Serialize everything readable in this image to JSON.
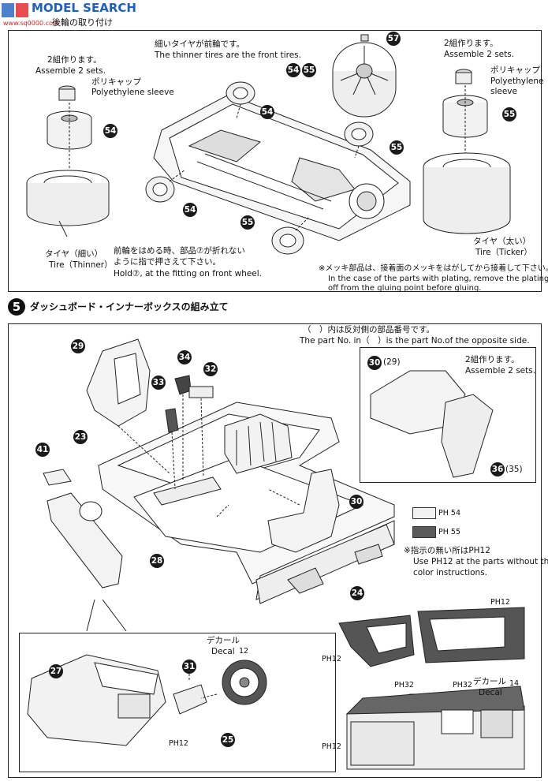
{
  "header": {
    "watermark": "MODEL SEARCH",
    "watermark_sub": "www.sq0000.com",
    "section4_title": "後輪の取り付け"
  },
  "section4": {
    "note_front_jp": "細いタイヤが前輪です。",
    "note_front_en": "The thinner tires are the front tires.",
    "left_assemble_jp": "2組作ります。",
    "left_assemble_en": "Assemble 2 sets.",
    "left_sleeve_jp": "ポリキャップ",
    "left_sleeve_en": "Polyethylene sleeve",
    "left_tire_jp": "タイヤ（細い）",
    "left_tire_en": "Tire（Thinner）",
    "right_assemble_jp": "2組作ります。",
    "right_assemble_en": "Assemble 2 sets.",
    "right_sleeve_jp": "ポリキャップ",
    "right_sleeve_en1": "Polyethylene",
    "right_sleeve_en2": "sleeve",
    "right_tire_jp": "タイヤ（太い）",
    "right_tire_en": "Tire（Ticker）",
    "hold_jp1": "前輪をはめる時、部品⑦が折れない",
    "hold_jp2": "ように指で押さえて下さい。",
    "hold_en": "Hold⑦, at the fitting on front wheel.",
    "plating_jp": "※メッキ部品は、接着面のメッキをはがしてから接着して下さい。",
    "plating_en1": "In the case of the parts with plating, remove the plating",
    "plating_en2": "off from the gluing point before gluing.",
    "parts": [
      "57",
      "54",
      "55",
      "54",
      "55",
      "54",
      "55",
      "54",
      "55"
    ]
  },
  "section5": {
    "step_number": "5",
    "title": "ダッシュボード・インナーボックスの組み立て",
    "opposite_jp": "（　）内は反対側の部品番号です。",
    "opposite_en": "The part No. in（　）is the part No.of the opposite side.",
    "assemble_jp": "2組作ります。",
    "assemble_en": "Assemble 2 sets.",
    "color_note_jp": "※指示の無い所は",
    "color_note_en1": "Use",
    "color_note_en2": "at the parts without the",
    "color_note_en3": "color instructions.",
    "decal_jp": "デカール",
    "decal_en": "Decal",
    "decal_num_1": "12",
    "decal_num_2": "14",
    "parts": {
      "p29": "29",
      "p34": "34",
      "p33": "33",
      "p32": "32",
      "p23": "23",
      "p41": "41",
      "p28": "28",
      "p30": "30",
      "p24": "24",
      "p27": "27",
      "p31": "31",
      "p25": "25",
      "p30b": "30",
      "p29b": "29",
      "p36": "36",
      "p35": "35"
    },
    "paint_labels": {
      "ph54": "54",
      "ph55": "55",
      "ph12": "12",
      "ph32": "32"
    },
    "paint_prefix": "PH"
  },
  "colors": {
    "light_swatch": "#f2f2f2",
    "dark_swatch": "#5a5a5a",
    "watermark_blue": "#1f5fbf",
    "watermark_red": "#d22"
  }
}
